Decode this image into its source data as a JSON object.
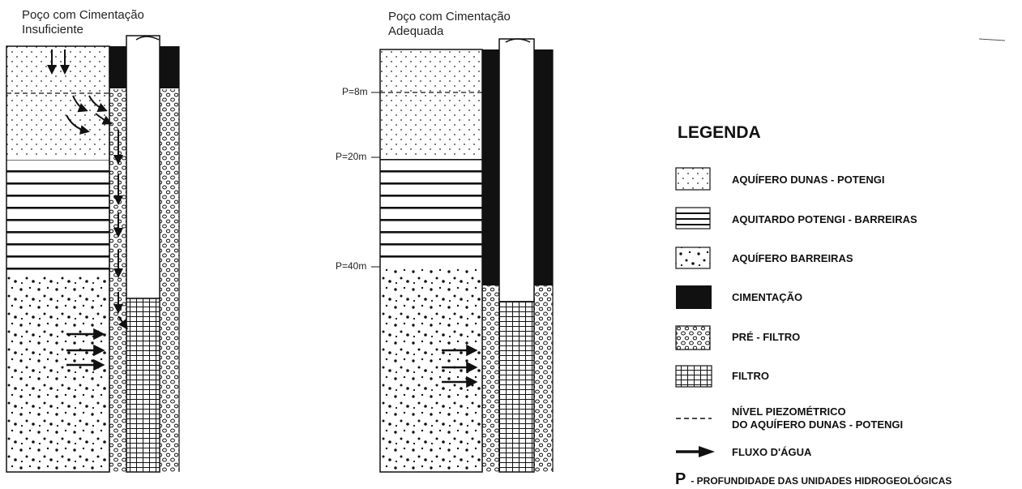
{
  "wells": {
    "left_title_line1": "Poço com Cimentação",
    "left_title_line2": "Insuficiente",
    "right_title_line1": "Poço com Cimentação",
    "right_title_line2": "Adequada",
    "depth_labels": [
      "P=8m",
      "P=20m",
      "P=40m"
    ]
  },
  "legend": {
    "title": "LEGENDA",
    "items": [
      {
        "key": "aquifero-dunas",
        "label": "AQUÍFERO DUNAS - POTENGI"
      },
      {
        "key": "aquitardo",
        "label": "AQUITARDO POTENGI - BARREIRAS"
      },
      {
        "key": "aquifero-barreiras",
        "label": "AQUÍFERO BARREIRAS"
      },
      {
        "key": "cimentacao",
        "label": "CIMENTAÇÃO"
      },
      {
        "key": "pre-filtro",
        "label": "PRÉ - FILTRO"
      },
      {
        "key": "filtro",
        "label": "FILTRO"
      },
      {
        "key": "nivel",
        "label_line1": "NÍVEL PIEZOMÉTRICO",
        "label_line2": "DO AQUÍFERO DUNAS - POTENGI"
      },
      {
        "key": "fluxo",
        "label": "FLUXO D'ÁGUA"
      }
    ],
    "depth_letter": "P",
    "depth_text": "- PROFUNDIDADE DAS UNIDADES HIDROGEOLÓGICAS"
  },
  "colors": {
    "ink": "#111111",
    "paper": "#ffffff"
  }
}
